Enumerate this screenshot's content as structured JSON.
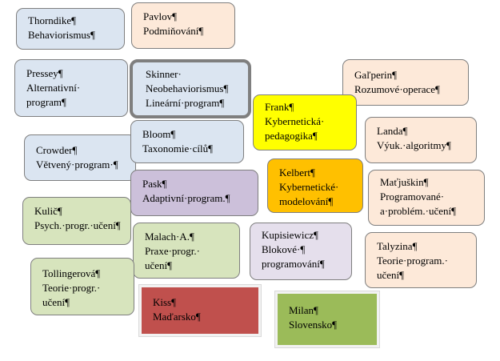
{
  "colors": {
    "blue": "#dbe5f1",
    "peach": "#fde9d9",
    "lavender": "#e5dfec",
    "purple": "#ccc0da",
    "green": "#d7e4bd",
    "yellow": "#ffff00",
    "orange": "#ffc000",
    "red": "#c0504d",
    "olive": "#9bbb59",
    "pastel_grey": "#f2f2f2"
  },
  "boxes": {
    "thorndike": [
      "Thorndike¶",
      "Behaviorismus¶"
    ],
    "pavlov": [
      "Pavlov¶",
      "Podmiňování¶"
    ],
    "pressey": [
      "Pressey¶",
      "Alternativní·",
      "program¶"
    ],
    "skinner": [
      "Skinner·",
      "Neobehaviorismus¶",
      "Lineární·program¶"
    ],
    "galperin": [
      "Gaľperin¶",
      "Rozumové·operace¶"
    ],
    "frank": [
      "Frank¶",
      "Kybernetická·",
      "pedagogika¶"
    ],
    "landa": [
      "Landa¶",
      "Výuk.·algoritmy¶"
    ],
    "crowder": [
      "Crowder¶",
      "Větvený·program·¶"
    ],
    "bloom": [
      "Bloom¶",
      "Taxonomie·cílů¶"
    ],
    "kelbert": [
      "Kelbert¶",
      "Kybernetické·",
      "modelování¶"
    ],
    "matjuskin": [
      "Maťjuškin¶",
      "Programované·",
      "a·problém.·učení¶"
    ],
    "pask": [
      "Pask¶",
      "Adaptivní·program.¶"
    ],
    "kulic": [
      "Kulič¶",
      "Psych.·progr.·učení¶"
    ],
    "malach": [
      "Malach·A.¶",
      "Praxe·progr.·",
      "učení¶"
    ],
    "kupisiewicz": [
      "Kupisiewicz¶",
      "Blokové·¶",
      "programování¶"
    ],
    "talyzina": [
      "Talyzina¶",
      "Teorie·program.·",
      "učení¶"
    ],
    "tollingerova": [
      "Tollingerová¶",
      "Teorie·progr.·",
      "učení¶"
    ],
    "kiss": [
      "Kiss¶",
      "Maďarsko¶"
    ],
    "milan": [
      "Milan¶",
      "Slovensko¶"
    ]
  }
}
